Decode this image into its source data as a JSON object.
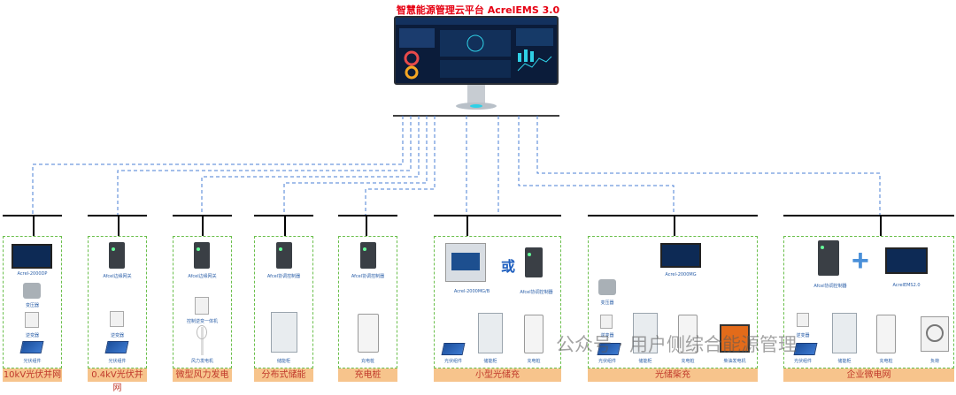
{
  "title": "智慧能源管理云平台 AcrelEMS 3.0",
  "watermark": "公众号 · 用户侧综合能源管理",
  "or_text": "或",
  "colors": {
    "title": "#e60012",
    "dashed_line": "#4a7fd4",
    "card_border": "#6abf4b",
    "label_bg": "#f7c48c",
    "label_text": "#c0392b"
  },
  "sections": [
    {
      "label": "10kV光伏并网",
      "devices": [
        "Acrel-2000DP",
        "变压器",
        "逆变器",
        "光伏组件"
      ]
    },
    {
      "label": "0.4kV光伏并网",
      "devices": [
        "Afcel边缘网关",
        "逆变器",
        "光伏组件"
      ]
    },
    {
      "label": "微型风力发电",
      "devices": [
        "Afcel边缘网关",
        "控制逆变一体机",
        "风力发电机"
      ]
    },
    {
      "label": "分布式储能",
      "devices": [
        "Afcel协调控制器",
        "储能柜"
      ]
    },
    {
      "label": "充电桩",
      "devices": [
        "Afcel协调控制器",
        "充电桩"
      ]
    },
    {
      "label": "小型光储充",
      "devices": [
        "Acrel-2000MG/B",
        "Afcel协调控制器",
        "光伏组件",
        "储能柜",
        "充电桩"
      ]
    },
    {
      "label": "光储柴充",
      "devices": [
        "变压器",
        "Acrel-2000MG",
        "光伏组件",
        "储能柜",
        "充电桩",
        "柴油发电机",
        "逆变器"
      ]
    },
    {
      "label": "企业微电网",
      "devices": [
        "Afcel协调控制器",
        "AcrelEMS2.0",
        "光伏组件",
        "储能柜",
        "充电桩",
        "负荷",
        "逆变器"
      ]
    }
  ]
}
